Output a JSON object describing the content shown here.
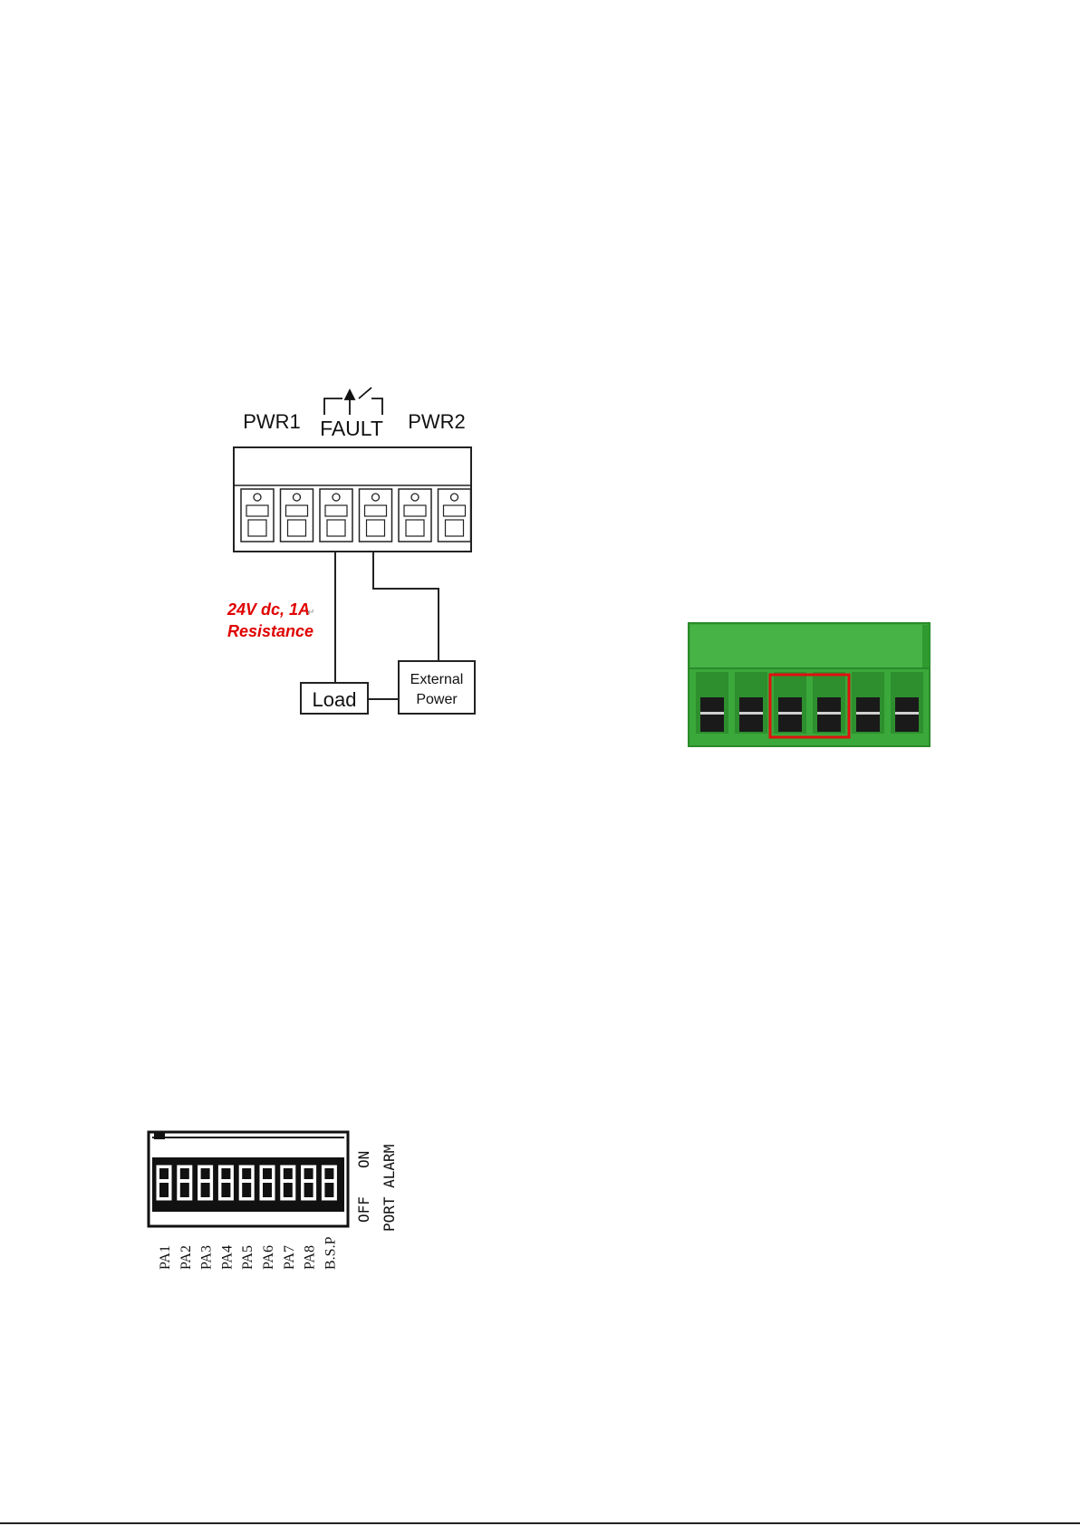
{
  "relay_diagram": {
    "pwr1_label": "PWR1",
    "fault_label": "FAULT",
    "pwr2_label": "PWR2",
    "rating_line1": "24V dc, 1A",
    "rating_line2": "Resistance",
    "load_label": "Load",
    "external_power_line1": "External",
    "external_power_line2": "Power",
    "rating_color": "#e00000",
    "terminal_count": 6
  },
  "terminal_block_photo": {
    "terminal_count": 6,
    "body_color": "#3aa83a",
    "highlight_color": "#e01010",
    "highlighted_terminals": [
      3,
      4
    ]
  },
  "dip_switch": {
    "switch_labels": [
      "PA1",
      "PA2",
      "PA3",
      "PA4",
      "PA5",
      "PA6",
      "PA7",
      "PA8",
      "B.S.P"
    ],
    "off_label": "OFF",
    "on_label": "ON",
    "function_label": "PORT ALARM"
  }
}
